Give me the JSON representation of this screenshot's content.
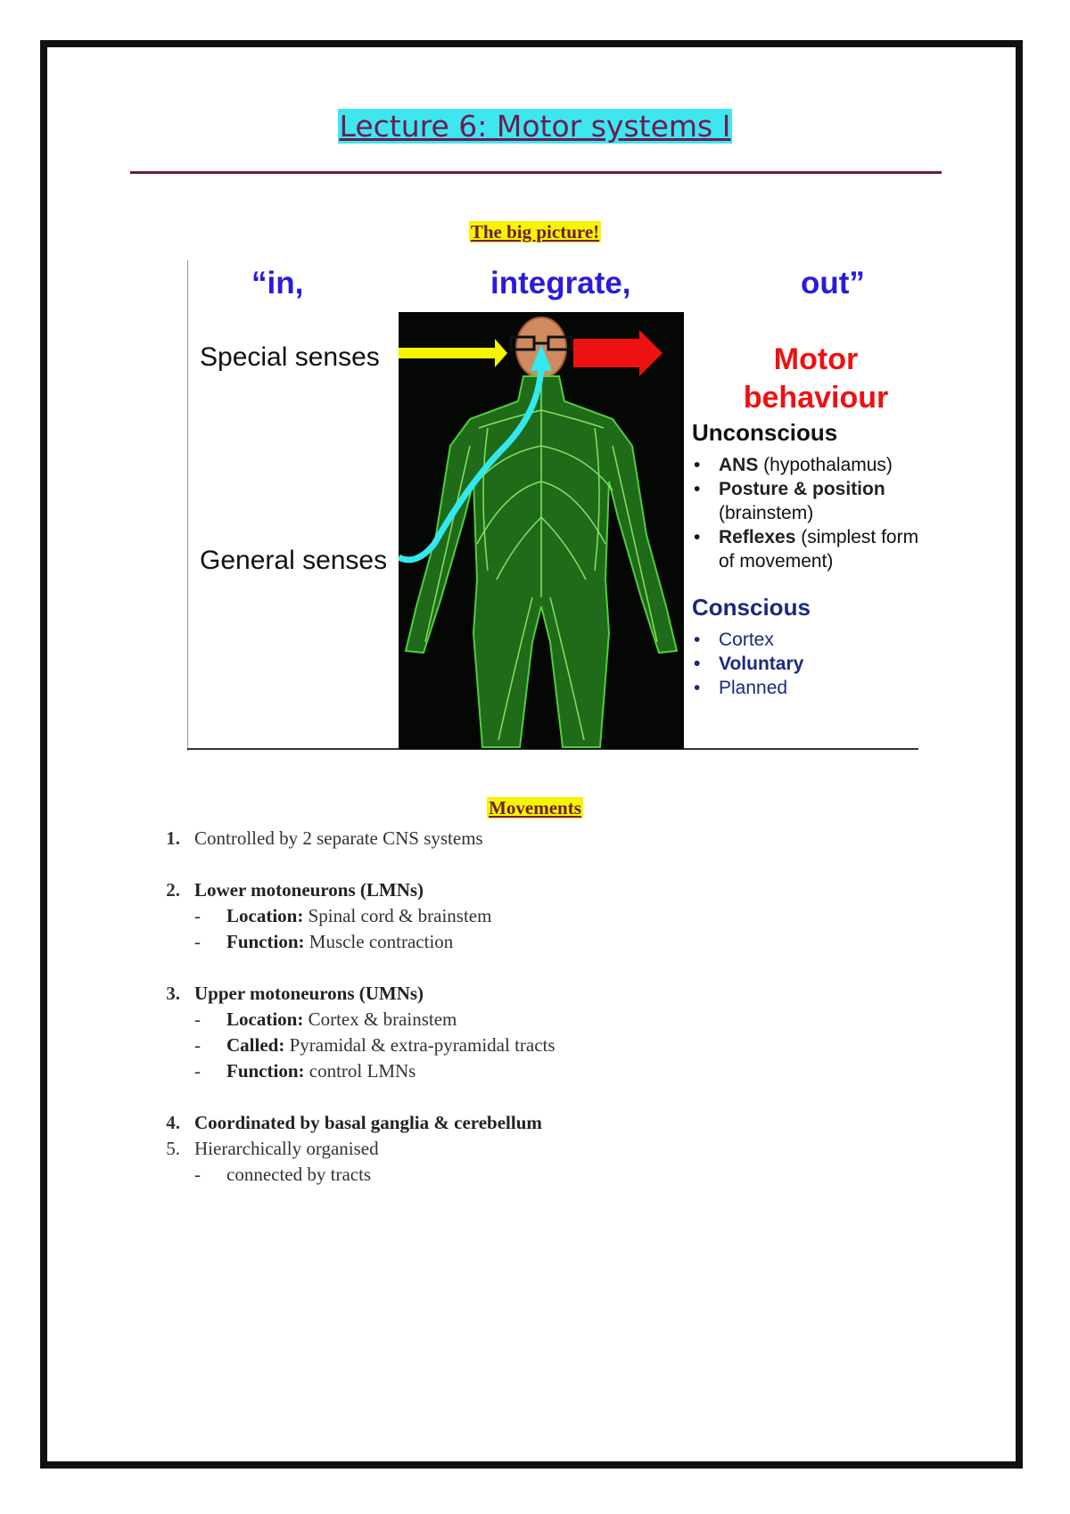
{
  "title": "Lecture 6: Motor systems I",
  "big_picture_heading": "The big picture!",
  "figure": {
    "word_in": "“in,",
    "word_integrate": "integrate,",
    "word_out": "out”",
    "special_senses": "Special senses",
    "general_senses": "General senses",
    "motor_behaviour_line1": "Motor",
    "motor_behaviour_line2": "behaviour",
    "unconscious": {
      "heading": "Unconscious",
      "items": [
        {
          "bold": "ANS",
          "rest": " (hypothalamus)"
        },
        {
          "bold": "Posture & position",
          "rest": " (brainstem)"
        },
        {
          "bold": "Reflexes",
          "rest": " (simplest form of movement)"
        }
      ]
    },
    "conscious": {
      "heading": "Conscious",
      "items": [
        "Cortex",
        "Voluntary",
        "Planned"
      ]
    },
    "colors": {
      "title_highlight": "#3ee6f0",
      "heading_highlight": "#f8f400",
      "blue_words": "#2a1bdc",
      "motor_red": "#ee1111",
      "conscious_navy": "#1a2a7a",
      "yellow_arrow": "#f5f500",
      "red_arrow": "#ee1111",
      "cyan_arrow": "#33e8ef"
    }
  },
  "movements_heading": "Movements",
  "movements": {
    "item1": {
      "num": "1.",
      "text": "Controlled by 2 separate CNS systems"
    },
    "item2": {
      "num": "2.",
      "text": "Lower motoneurons (LMNs)",
      "sub1_bold": "Location:",
      "sub1_rest": " Spinal cord & brainstem",
      "sub2_bold": "Function:",
      "sub2_rest": " Muscle contraction"
    },
    "item3": {
      "num": "3.",
      "text": "Upper motoneurons (UMNs)",
      "sub1_bold": "Location:",
      "sub1_rest": " Cortex & brainstem",
      "sub2_bold": "Called:",
      "sub2_rest": " Pyramidal & extra-pyramidal tracts",
      "sub3_bold": "Function:",
      "sub3_rest": " control LMNs"
    },
    "item4": {
      "num": "4.",
      "text": "Coordinated by basal ganglia & cerebellum"
    },
    "item5": {
      "num": "5.",
      "text": "Hierarchically organised",
      "sub1": "connected by tracts"
    }
  }
}
